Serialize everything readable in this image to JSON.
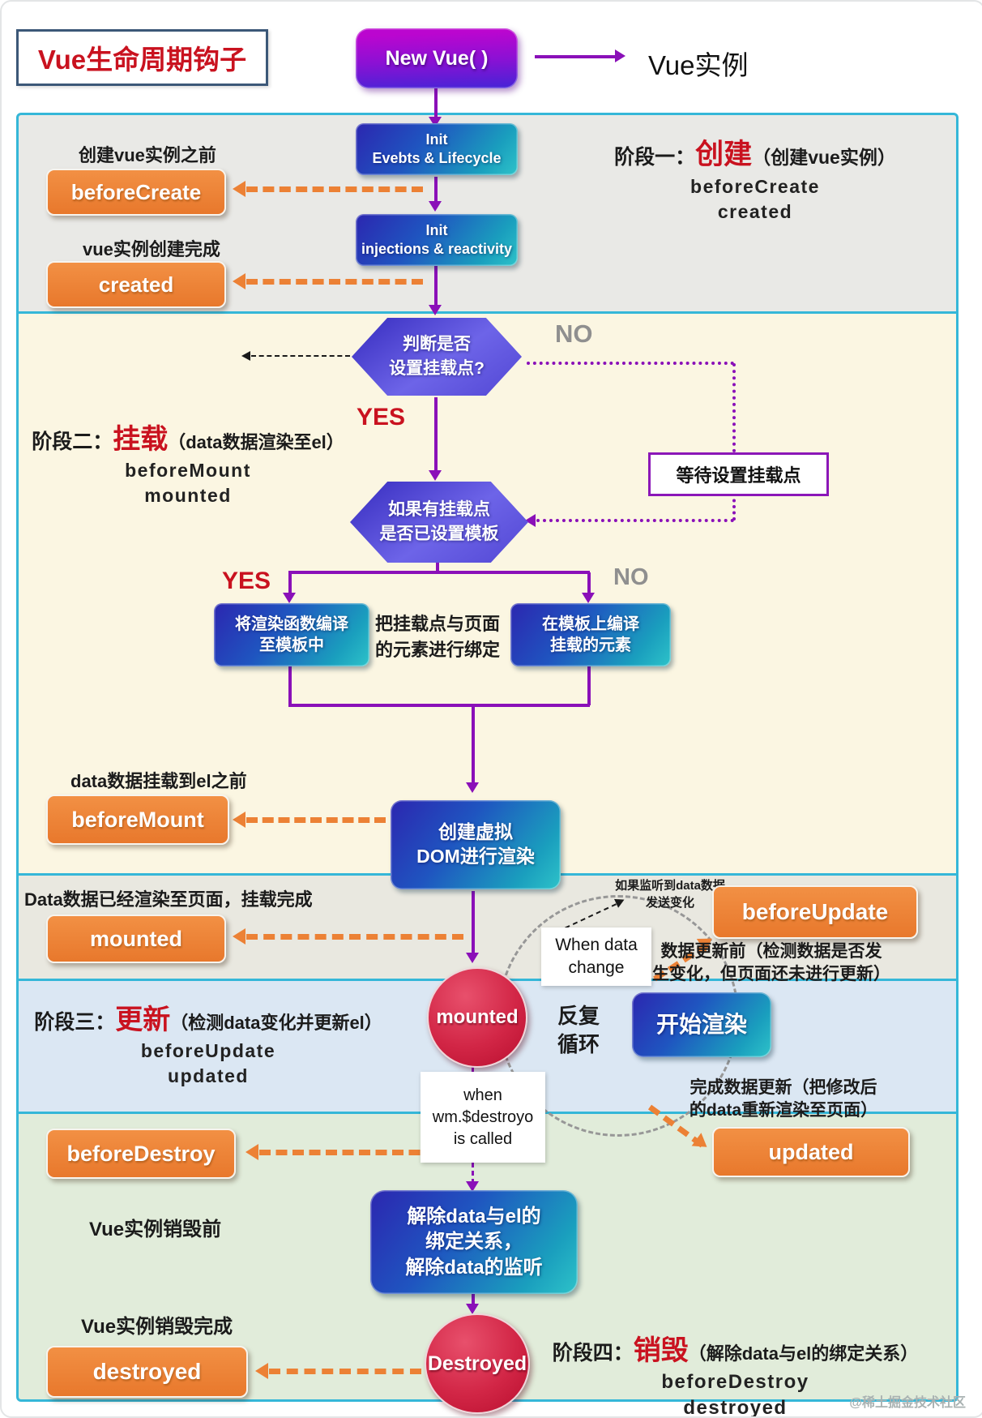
{
  "title": "Vue生命周期钩子",
  "header": {
    "new_vue": "New Vue( )",
    "vue_instance": "Vue实例"
  },
  "stage1": {
    "label_prefix": "阶段一：",
    "label_keyword": "创建",
    "label_suffix": "（创建vue实例）",
    "label_hook1": "beforeCreate",
    "label_hook2": "created",
    "note_before": "创建vue实例之前",
    "hook_before": "beforeCreate",
    "init_events_line1": "Init",
    "init_events_line2": "Evebts & Lifecycle",
    "note_created": "vue实例创建完成",
    "hook_created": "created",
    "init_injections_line1": "Init",
    "init_injections_line2": "injections & reactivity"
  },
  "stage2": {
    "label_prefix": "阶段二：",
    "label_keyword": "挂载",
    "label_suffix": "（data数据渲染至el）",
    "label_hook1": "beforeMount",
    "label_hook2": "mounted",
    "decision_mount_line1": "判断是否",
    "decision_mount_line2": "设置挂载点?",
    "no1": "NO",
    "yes1": "YES",
    "wait_box": "等待设置挂载点",
    "decision_template_line1": "如果有挂载点",
    "decision_template_line2": "是否已设置模板",
    "yes2": "YES",
    "no2": "NO",
    "compile_template_line1": "将渲染函数编译",
    "compile_template_line2": "至模板中",
    "bind_note_line1": "把挂载点与页面",
    "bind_note_line2": "的元素进行绑定",
    "compile_el_line1": "在模板上编译",
    "compile_el_line2": "挂载的元素",
    "note_beforemount": "data数据挂载到el之前",
    "hook_beforemount": "beforeMount",
    "vdom_line1": "创建虚拟",
    "vdom_line2": "DOM进行渲染"
  },
  "mount_done": {
    "note": "Data数据已经渲染至页面，挂载完成",
    "hook_mounted": "mounted",
    "watch_note_line1": "如果监听到data数据",
    "watch_note_line2": "发送变化",
    "when_data_line1": "When data",
    "when_data_line2": "change",
    "hook_beforeupdate": "beforeUpdate",
    "beforeupdate_note_line1": "数据更新前（检测数据是否发",
    "beforeupdate_note_line2": "生变化，但页面还未进行更新）"
  },
  "stage3": {
    "label_prefix": "阶段三：",
    "label_keyword": "更新",
    "label_suffix": "（检测data变化并更新el）",
    "label_hook1": "beforeUpdate",
    "label_hook2": "updated",
    "circle_mounted": "mounted",
    "loop_line1": "反复",
    "loop_line2": "循环",
    "render_start": "开始渲染",
    "updated_note_line1": "完成数据更新（把修改后",
    "updated_note_line2": "的data重新渲染至页面）",
    "when_destroy_line1": "when",
    "when_destroy_line2": "wm.$destroyo",
    "when_destroy_line3": "is called",
    "hook_updated": "updated"
  },
  "stage4": {
    "hook_beforedestroy": "beforeDestroy",
    "note_before": "Vue实例销毁前",
    "teardown_line1": "解除data与el的",
    "teardown_line2": "绑定关系，",
    "teardown_line3": "解除data的监听",
    "note_done": "Vue实例销毁完成",
    "hook_destroyed": "destroyed",
    "circle_destroyed": "Destroyed",
    "label_prefix": "阶段四：",
    "label_keyword": "销毁",
    "label_suffix": "（解除data与el的绑定关系）",
    "label_hook1": "beforeDestroy",
    "label_hook2": "destroyed"
  },
  "watermark": "@稀土掘金技术社区",
  "colors": {
    "panel_border": "#35b7d8",
    "stage1_bg": "#e9e9e6",
    "stage2_bg": "#fbf6e2",
    "mount_done_bg": "#e9e8e0",
    "stage3_bg": "#dbe7f3",
    "stage4_bg": "#e1ecda",
    "hook_button_orange": "#ec8135",
    "process_blue": "#2a2cb2",
    "process_teal": "#2ec3c9",
    "flow_arrow_purple": "#8a10b8",
    "circle_red": "#cf1e3e",
    "title_red": "#c9121f",
    "new_vue_magenta": "#bb06cf",
    "new_vue_blue": "#4524d6"
  }
}
